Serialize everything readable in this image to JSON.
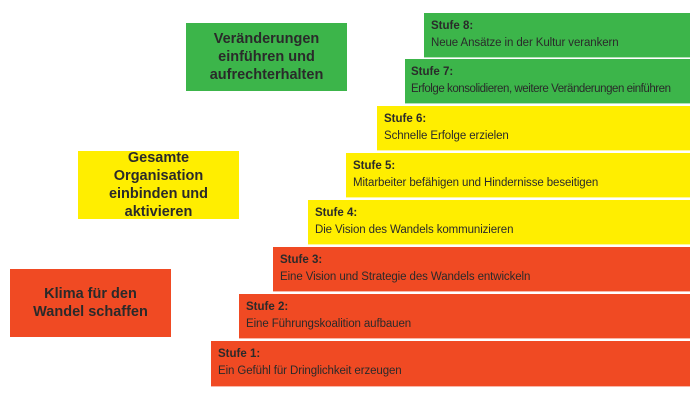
{
  "colors": {
    "green": "#3cb54a",
    "yellow": "#ffee00",
    "red": "#f04a23",
    "text": "#2a2a2a"
  },
  "phases": [
    {
      "label": "Veränderungen\neinführen und\naufrechterhalten",
      "color": "green"
    },
    {
      "label": "Gesamte Organisation\neinbinden und\naktivieren",
      "color": "yellow"
    },
    {
      "label": "Klima für den\nWandel schaffen",
      "color": "red"
    }
  ],
  "steps": [
    {
      "title": "Stufe 8:",
      "text": "Neue Ansätze in der Kultur verankern",
      "color": "green"
    },
    {
      "title": "Stufe 7:",
      "text": "Erfolge konsolidieren, weitere Veränderungen einführen",
      "color": "green"
    },
    {
      "title": "Stufe 6:",
      "text": "Schnelle Erfolge erzielen",
      "color": "yellow"
    },
    {
      "title": "Stufe 5:",
      "text": "Mitarbeiter befähigen und Hindernisse beseitigen",
      "color": "yellow"
    },
    {
      "title": "Stufe 4:",
      "text": "Die Vision des Wandels kommunizieren",
      "color": "yellow"
    },
    {
      "title": "Stufe 3:",
      "text": "Eine Vision und Strategie des Wandels entwickeln",
      "color": "red"
    },
    {
      "title": "Stufe 2:",
      "text": "Eine Führungskoalition aufbauen",
      "color": "red"
    },
    {
      "title": "Stufe 1:",
      "text": "Ein Gefühl für Dringlichkeit erzeugen",
      "color": "red"
    }
  ]
}
